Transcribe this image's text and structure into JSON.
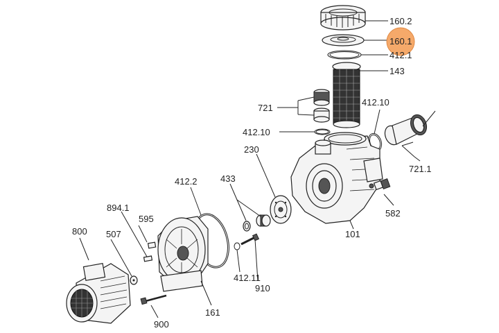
{
  "colors": {
    "highlight": "#f5a96a",
    "line": "#222222"
  },
  "labels": {
    "l_160_2": "160.2",
    "l_160_1": "160.1",
    "l_412_1": "412.1",
    "l_143": "143",
    "l_721": "721",
    "l_412_10_right": "412.10",
    "l_412_10_left": "412.10",
    "l_230": "230",
    "l_721_1": "721.1",
    "l_412_2": "412.2",
    "l_433": "433",
    "l_582": "582",
    "l_894_1": "894.1",
    "l_595": "595",
    "l_800": "800",
    "l_507": "507",
    "l_101": "101",
    "l_412_11": "412.11",
    "l_910": "910",
    "l_161": "161",
    "l_900": "900"
  }
}
